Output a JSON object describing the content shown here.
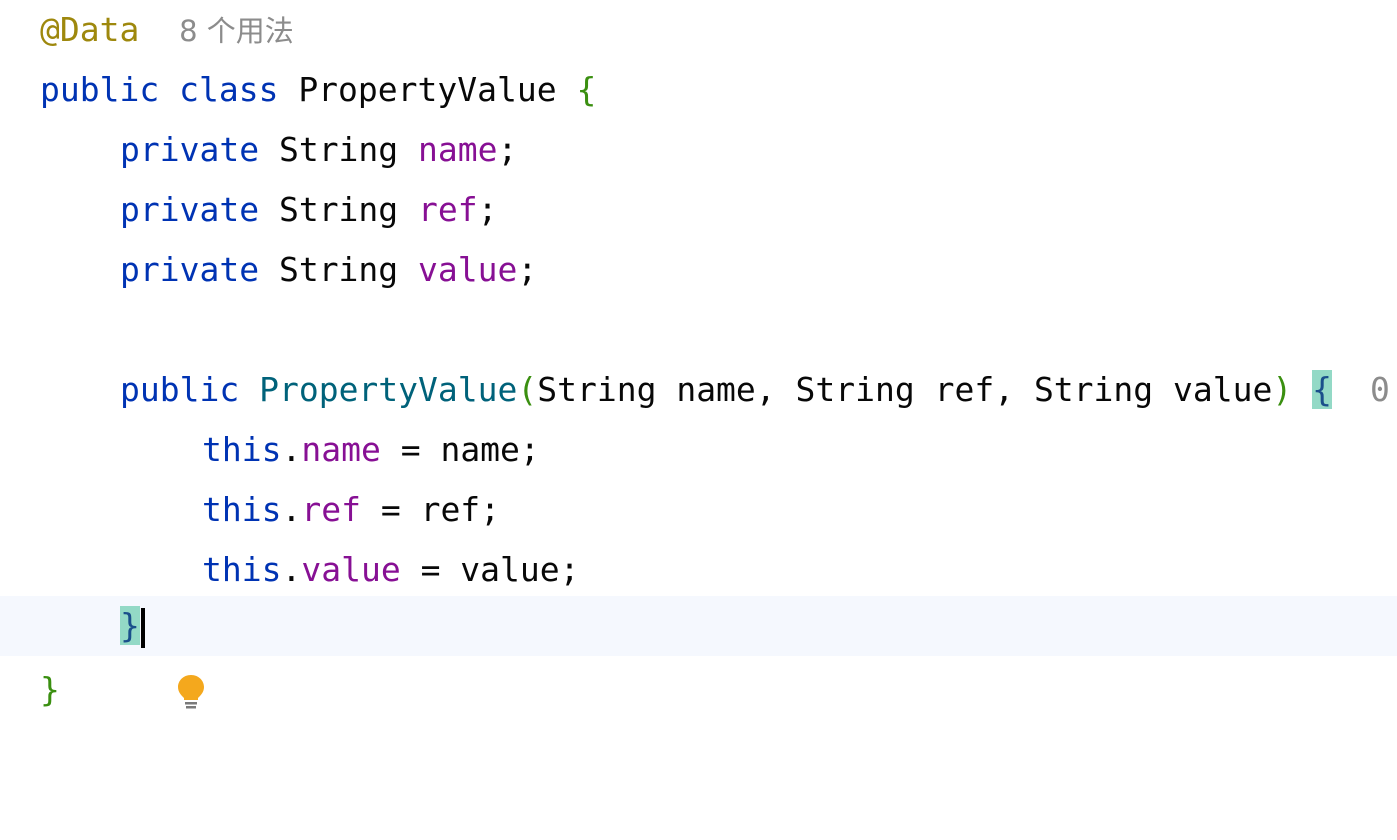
{
  "editor": {
    "annotation": "@Data",
    "usage_hint": "8 个用法",
    "class_decl": {
      "modifier": "public",
      "keyword": "class",
      "name": "PropertyValue",
      "open_brace": "{"
    },
    "fields": [
      {
        "modifier": "private",
        "type": "String",
        "name": "name",
        "end": ";"
      },
      {
        "modifier": "private",
        "type": "String",
        "name": "ref",
        "end": ";"
      },
      {
        "modifier": "private",
        "type": "String",
        "name": "value",
        "end": ";"
      }
    ],
    "constructor": {
      "modifier": "public",
      "name": "PropertyValue",
      "open_paren": "(",
      "params": "String name, String ref, String value",
      "close_paren": ")",
      "open_brace": "{",
      "inlay_hint": "0",
      "body": [
        {
          "this_kw": "this",
          "dot": ".",
          "field": "name",
          "rest": " = name;"
        },
        {
          "this_kw": "this",
          "dot": ".",
          "field": "ref",
          "rest": " = ref;"
        },
        {
          "this_kw": "this",
          "dot": ".",
          "field": "value",
          "rest": " = value;"
        }
      ],
      "close_brace": "}"
    },
    "class_close_brace": "}",
    "intention_icon": "lightbulb-icon"
  },
  "colors": {
    "keyword": "#0033b3",
    "annotation": "#9e880d",
    "field": "#871094",
    "method_declaration": "#00627a",
    "brace_match_bg": "#93d9c6",
    "current_line_bg": "#f5f8fe",
    "hint": "#8c8c8c"
  }
}
